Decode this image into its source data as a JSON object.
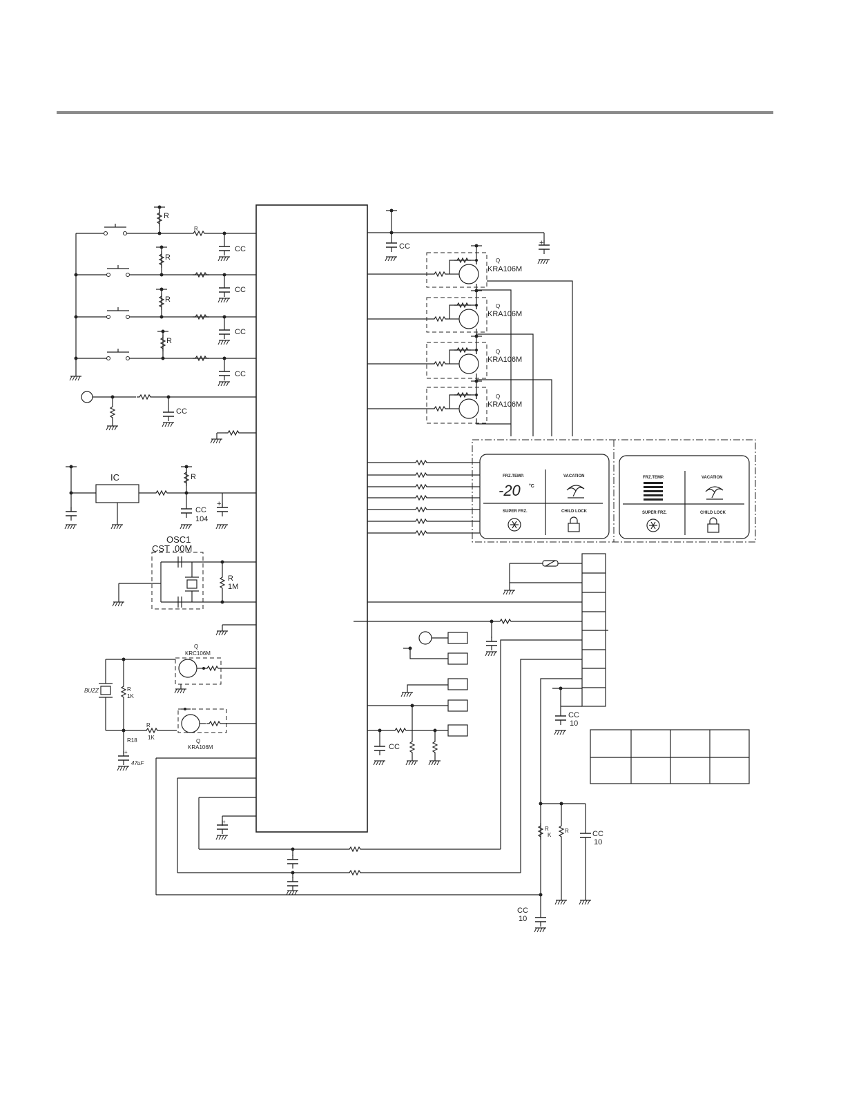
{
  "labels": {
    "r": "R",
    "cc": "CC",
    "ic": "IC",
    "cc_104": "104",
    "osc_name": "OSC1",
    "osc_part": "CST .00M",
    "r_1m": "1M",
    "q": "Q",
    "kra": "KRA106M",
    "krc": "KRC106M",
    "buzz": "BUZZ",
    "r_1k": "1K",
    "r18": "R18",
    "cap_47uf": "47uF",
    "cc_10": "10",
    "k": "K",
    "plus": "+"
  },
  "display": {
    "frz_temp": "FRZ.TEMP.",
    "vacation": "VACATION",
    "super_frz": "SUPER FRZ.",
    "child_lock": "CHILD LOCK",
    "temp_value": "-20",
    "deg_unit": "°C"
  },
  "colors": {
    "header_rule": "#8a8a8a",
    "line": "#222222"
  }
}
